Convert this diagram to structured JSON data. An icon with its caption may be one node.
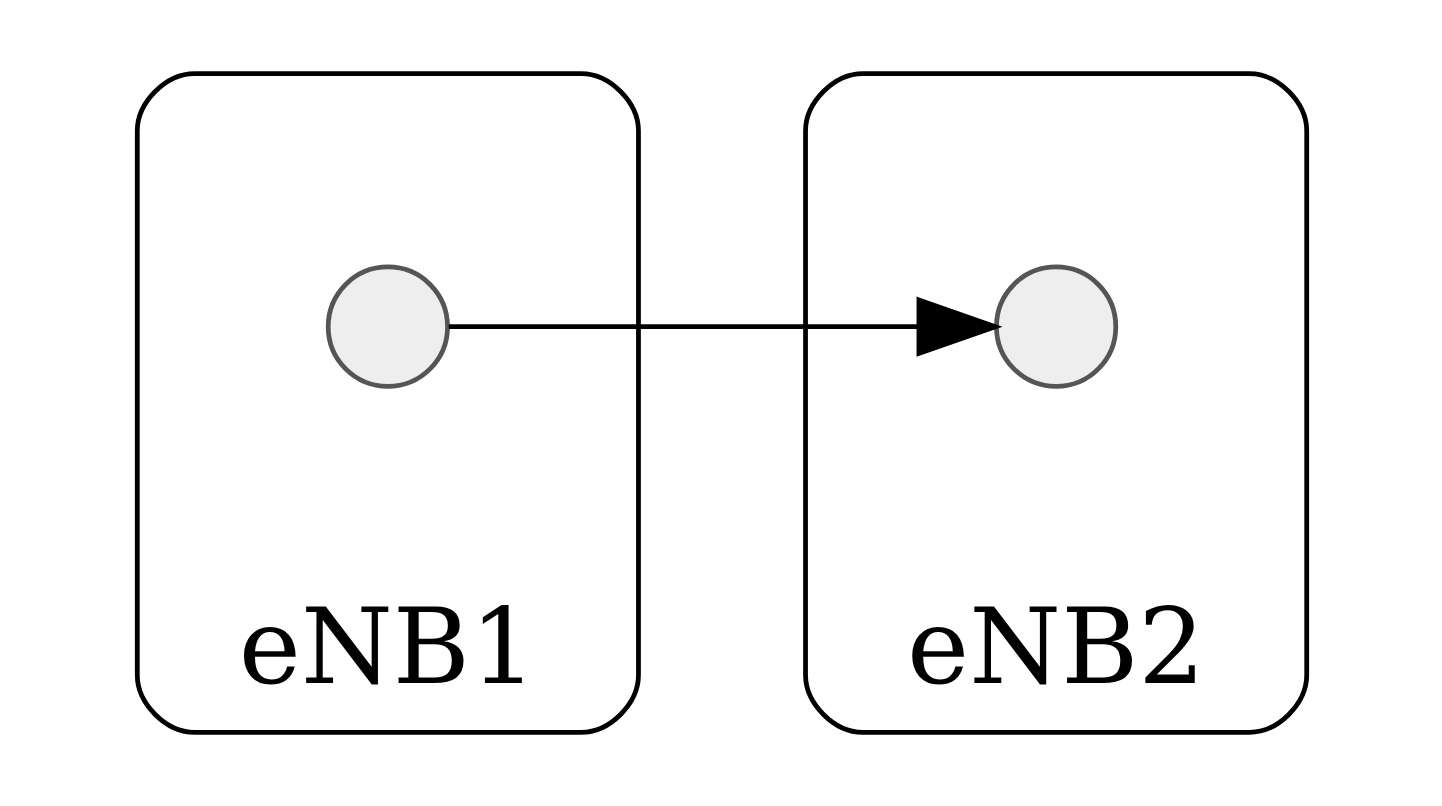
{
  "diagram": {
    "nodes": [
      {
        "text": [
          "eNB1"
        ]
      },
      {
        "text": [],
        "shape": "circle",
        "in": 0
      },
      {
        "text": [
          "eNB2"
        ]
      },
      {
        "text": [],
        "shape": "circle",
        "in": 2
      }
    ],
    "edges": [
      {
        "from": 1,
        "to": 3,
        "arrow": "to"
      }
    ]
  }
}
